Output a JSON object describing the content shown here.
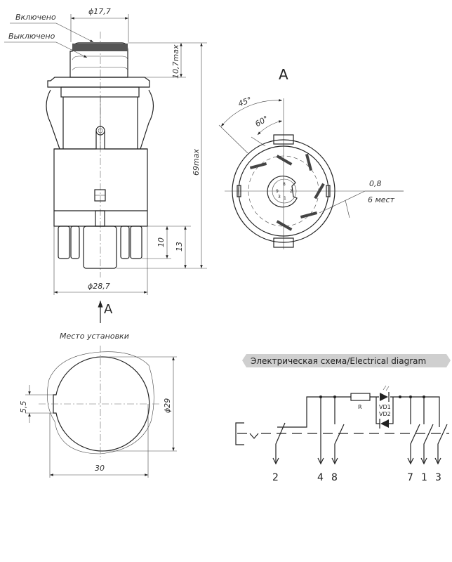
{
  "side_view": {
    "label_on": "Включено",
    "label_off": "Выключено",
    "dim_button_diameter": "ϕ17,7",
    "dim_button_travel": "10,7max",
    "dim_total_height": "69max",
    "dim_pin_10": "10",
    "dim_pin_13": "13",
    "dim_body_diameter": "ϕ28,7",
    "view_arrow_label": "A"
  },
  "view_a": {
    "title": "A",
    "angle_45": "45°",
    "angle_60": "60°",
    "pin_thickness": "0,8",
    "pin_count": "6 мест",
    "hub_numbers": [
      "8",
      "2",
      "1",
      "9",
      "3"
    ]
  },
  "mounting": {
    "title": "Место установки",
    "dim_key_width": "5,5",
    "dim_hole_diameter": "ϕ29",
    "dim_width": "30"
  },
  "electrical": {
    "banner": "Электрическая схема/Electrical diagram",
    "resistor": "R",
    "diode1": "VD1",
    "diode2": "VD2",
    "terminals": [
      "2",
      "4",
      "8",
      "7",
      "1",
      "3"
    ]
  }
}
